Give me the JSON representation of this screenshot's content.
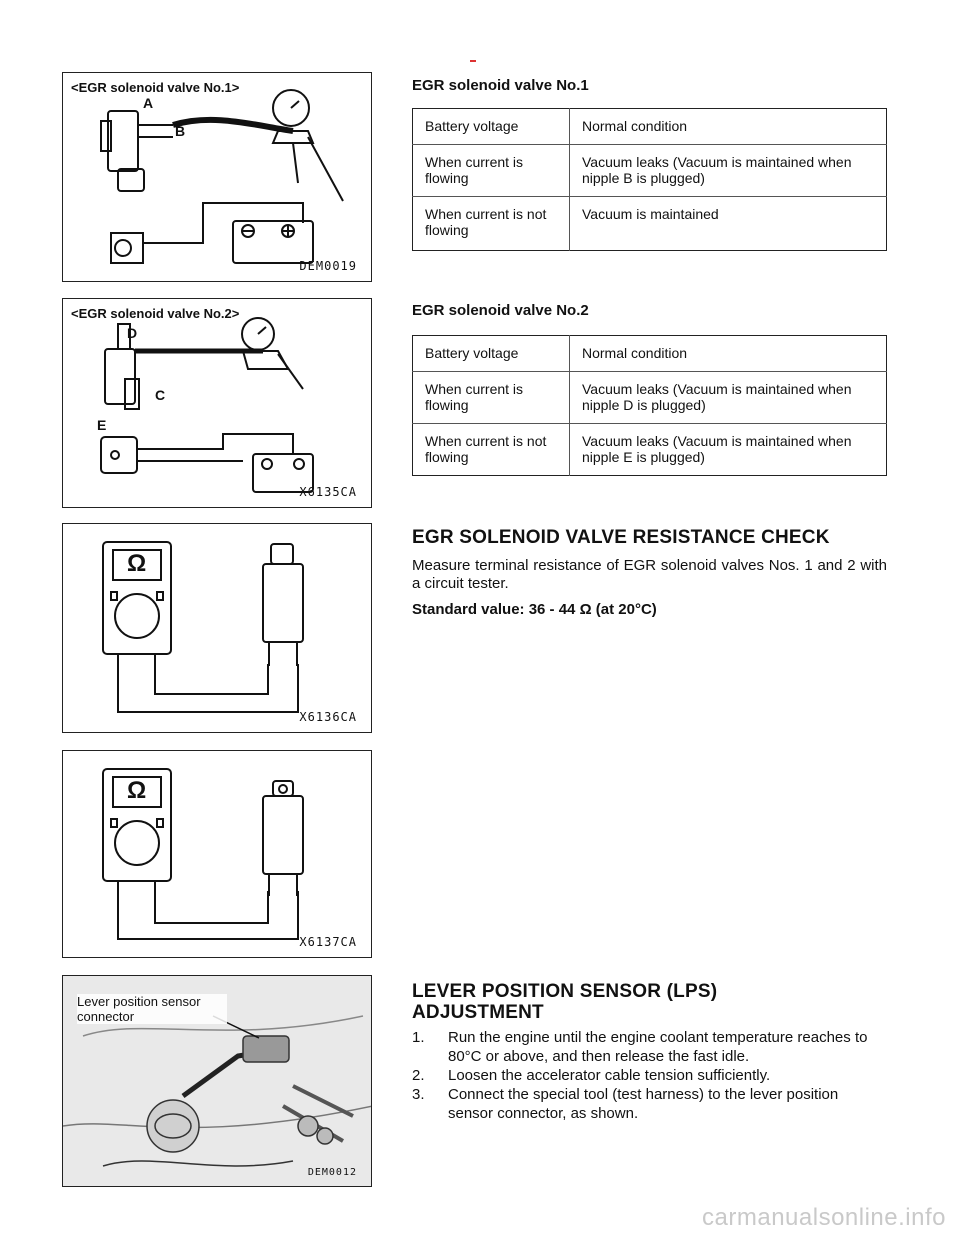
{
  "figures": {
    "fig1": {
      "title": "<EGR solenoid valve No.1>",
      "labels": {
        "a": "A",
        "b": "B"
      },
      "code": "DEM0019"
    },
    "fig2": {
      "title": "<EGR solenoid valve No.2>",
      "labels": {
        "d": "D",
        "c": "C",
        "e": "E"
      },
      "code": "X6135CA"
    },
    "fig3": {
      "code": "X6136CA",
      "symbol": "Ω"
    },
    "fig4": {
      "code": "X6137CA",
      "symbol": "Ω"
    },
    "fig5": {
      "label_line1": "Lever position sensor",
      "label_line2": "connector",
      "code": "DEM0012"
    }
  },
  "egr1": {
    "title": "EGR solenoid valve No.1",
    "rows": [
      [
        "Battery voltage",
        "Normal condition"
      ],
      [
        "When current is flowing",
        "Vacuum leaks (Vacuum is maintained when nipple B is plugged)"
      ],
      [
        "When current is not flowing",
        "Vacuum is maintained"
      ]
    ]
  },
  "egr2": {
    "title": "EGR solenoid valve No.2",
    "rows": [
      [
        "Battery voltage",
        "Normal condition"
      ],
      [
        "When current is flowing",
        "Vacuum leaks (Vacuum is maintained when nipple D is plugged)"
      ],
      [
        "When current is not flowing",
        "Vacuum leaks (Vacuum is maintained when nipple E is plugged)"
      ]
    ]
  },
  "resistance": {
    "title": "EGR SOLENOID VALVE RESISTANCE CHECK",
    "body": "Measure terminal resistance of EGR solenoid valves  Nos. 1 and 2 with a circuit tester.",
    "standard": "Standard value: 36 - 44 Ω (at 20°C)"
  },
  "lps": {
    "title_line1": "LEVER POSITION SENSOR (LPS)",
    "title_line2": "ADJUSTMENT",
    "steps": [
      {
        "num": "1.",
        "text": "Run the engine until the engine coolant temperature reaches to 80°C or above, and then release the fast idle."
      },
      {
        "num": "2.",
        "text": "Loosen the accelerator cable tension sufficiently."
      },
      {
        "num": "3.",
        "text": "Connect the special tool (test harness) to the lever position sensor connector, as shown."
      }
    ]
  },
  "watermark": "carmanualsonline.info",
  "colors": {
    "mark": "#dd3333",
    "watermark": "#c9c9c9"
  }
}
